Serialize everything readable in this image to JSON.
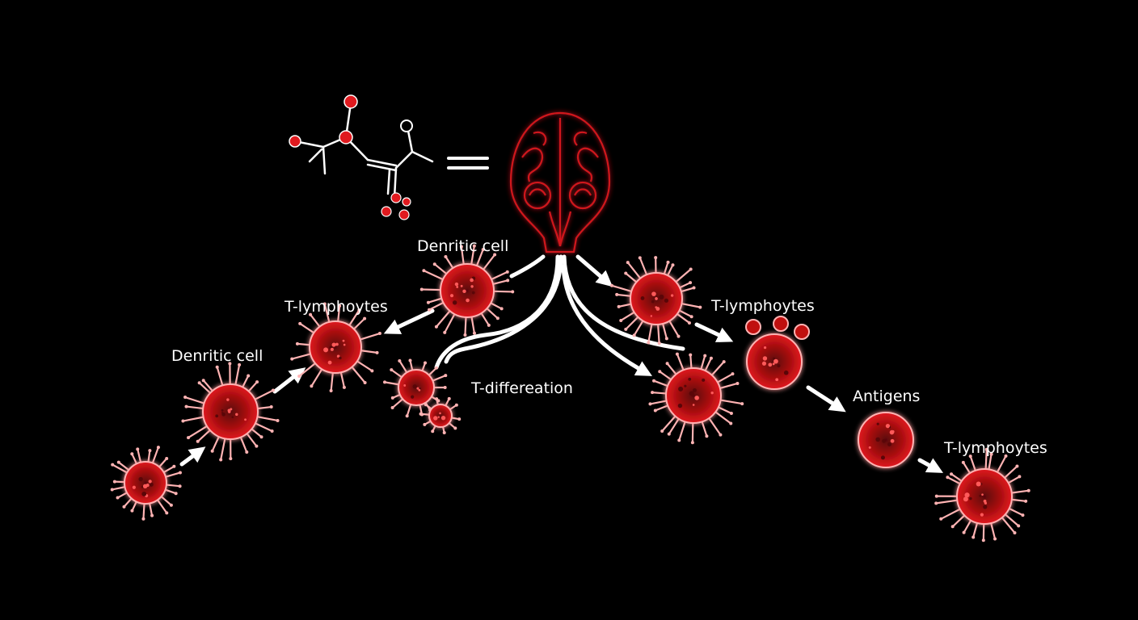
{
  "colors": {
    "background": "#000000",
    "cell_fill": "#c0100f",
    "cell_core": "#5a0608",
    "cell_outline": "#ffb3b3",
    "arrow": "#ffffff",
    "organ_stroke": "#d0181e",
    "molecule_atom": "#e01a1f"
  },
  "labels": {
    "dendritic_cell_top": "Denritic cell",
    "dendritic_cell_left": "Denritic cell",
    "t_lymphocytes_left": "T-lymphoytes",
    "t_lymphocytes_right": "T-lymphoytes",
    "t_lymphocytes_bottom": "T-lymphoytes",
    "t_differentiation": "T-differeation",
    "antigens": "Antigens"
  },
  "icons": {
    "molecule": "chemical-structure-icon",
    "organ": "brain-organ-icon",
    "equals": "equals-sign-icon"
  }
}
